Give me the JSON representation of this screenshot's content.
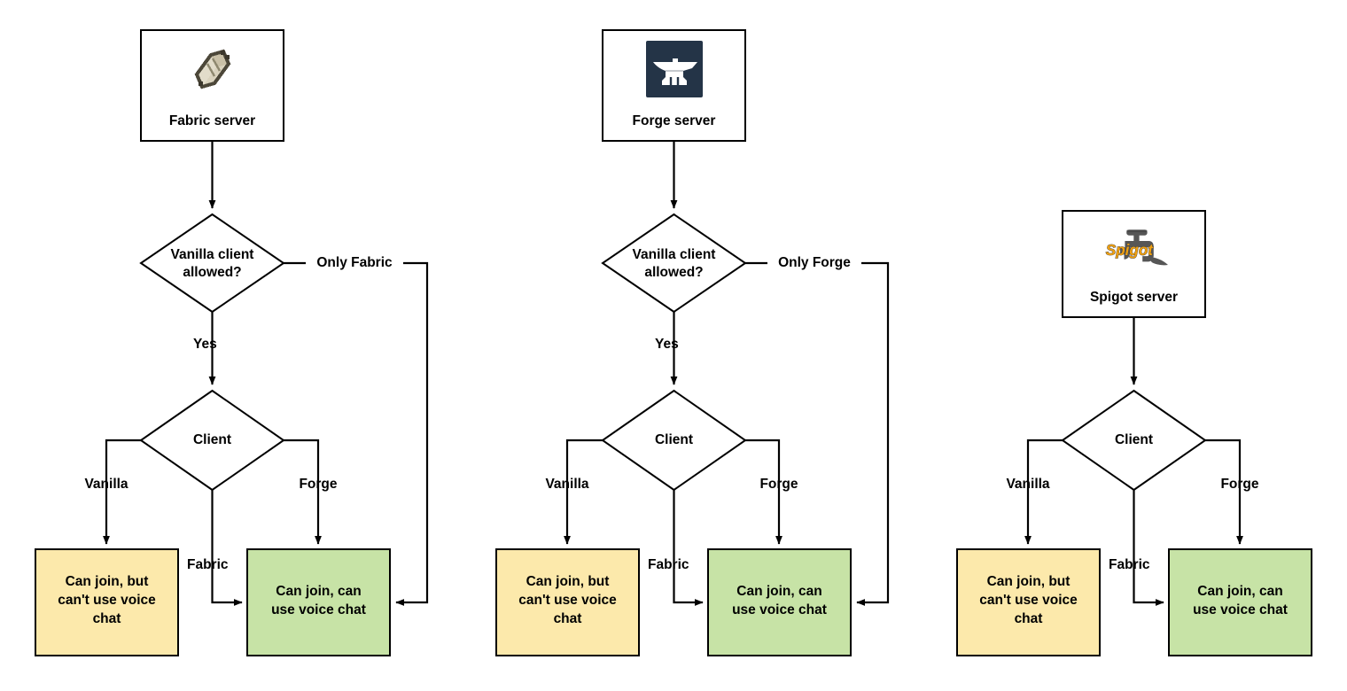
{
  "diagram": {
    "title": "Minecraft server mod-loader voice chat compatibility flowchart",
    "colors": {
      "box_fill": "#ffffff",
      "box_stroke": "#000000",
      "yellow_fill": "#fce9ab",
      "green_fill": "#c7e3a6",
      "edge_stroke": "#000000",
      "forge_icon_bg": "#243447",
      "forge_icon_fg": "#ffffff",
      "fabric_icon_fill": "#d8d0bc",
      "fabric_icon_shade": "#4c4739",
      "spigot_icon_fill": "#5a5a5a",
      "spigot_text_fill": "#f0a010"
    },
    "columns": [
      {
        "id": "fabric",
        "server": {
          "label": "Fabric server",
          "icon": "fabric-roll-icon"
        },
        "decision_vanilla": {
          "label_line1": "Vanilla client",
          "label_line2": "allowed?"
        },
        "edge_only": {
          "label": "Only Fabric"
        },
        "edge_yes": {
          "label": "Yes"
        },
        "decision_client": {
          "label": "Client"
        },
        "edge_vanilla": {
          "label": "Vanilla"
        },
        "edge_fabric": {
          "label": "Fabric"
        },
        "edge_forge": {
          "label": "Forge"
        },
        "outcome_no_voice": {
          "label_line1": "Can join, but",
          "label_line2": "can't use voice",
          "label_line3": "chat"
        },
        "outcome_voice": {
          "label_line1": "Can join, can",
          "label_line2": "use voice chat"
        }
      },
      {
        "id": "forge",
        "server": {
          "label": "Forge server",
          "icon": "forge-anvil-icon"
        },
        "decision_vanilla": {
          "label_line1": "Vanilla client",
          "label_line2": "allowed?"
        },
        "edge_only": {
          "label": "Only Forge"
        },
        "edge_yes": {
          "label": "Yes"
        },
        "decision_client": {
          "label": "Client"
        },
        "edge_vanilla": {
          "label": "Vanilla"
        },
        "edge_fabric": {
          "label": "Fabric"
        },
        "edge_forge": {
          "label": "Forge"
        },
        "outcome_no_voice": {
          "label_line1": "Can join, but",
          "label_line2": "can't use voice",
          "label_line3": "chat"
        },
        "outcome_voice": {
          "label_line1": "Can join, can",
          "label_line2": "use voice chat"
        }
      },
      {
        "id": "spigot",
        "server": {
          "label": "Spigot server",
          "icon": "spigot-tap-icon"
        },
        "decision_client": {
          "label": "Client"
        },
        "edge_vanilla": {
          "label": "Vanilla"
        },
        "edge_fabric": {
          "label": "Fabric"
        },
        "edge_forge": {
          "label": "Forge"
        },
        "outcome_no_voice": {
          "label_line1": "Can join, but",
          "label_line2": "can't use voice",
          "label_line3": "chat"
        },
        "outcome_voice": {
          "label_line1": "Can join, can",
          "label_line2": "use voice chat"
        }
      }
    ],
    "spigot_icon_text": "Spigot"
  }
}
